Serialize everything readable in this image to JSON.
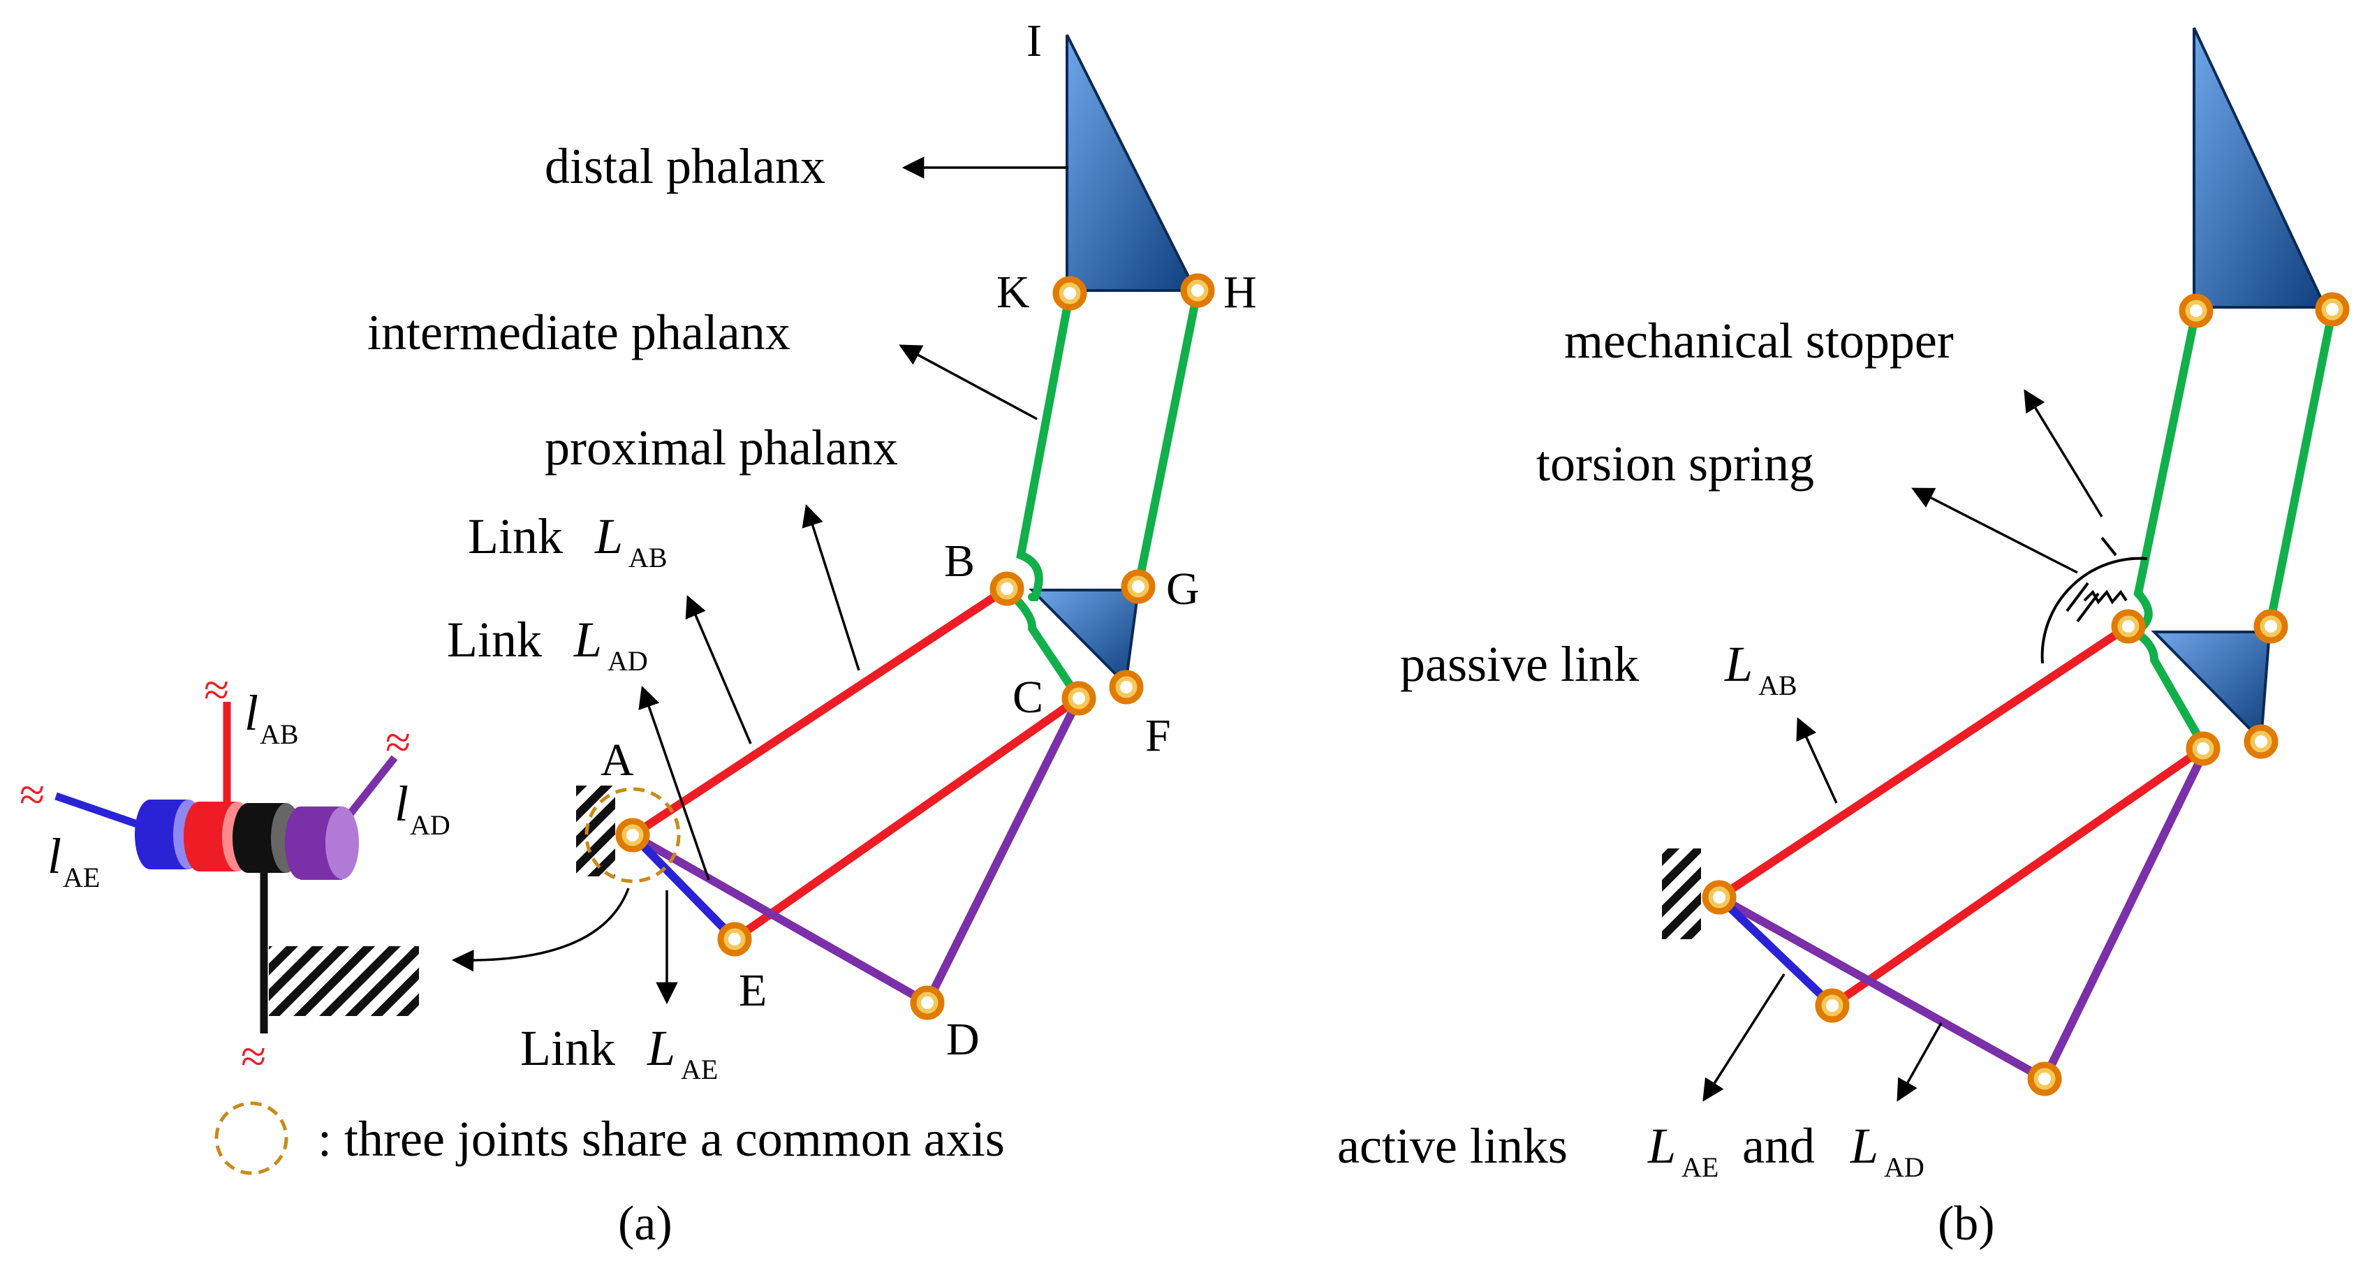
{
  "panel_a": {
    "caption": "(a)",
    "points": {
      "I": "I",
      "K": "K",
      "H": "H",
      "B": "B",
      "G": "G",
      "C": "C",
      "F": "F",
      "A": "A",
      "E": "E",
      "D": "D"
    },
    "labels": {
      "distal": "distal phalanx",
      "intermediate": "intermediate phalanx",
      "proximal": "proximal phalanx",
      "link_word": "Link",
      "L": "L",
      "sub_ab": "AB",
      "sub_ad": "AD",
      "sub_ae": "AE",
      "l_small": "l",
      "wave": "≈"
    },
    "legend_text": ": three joints share a common axis"
  },
  "panel_b": {
    "caption": "(b)",
    "labels": {
      "stopper": "mechanical stopper",
      "spring": "torsion spring",
      "passive": "passive link",
      "active": "active links",
      "and": "and",
      "L": "L",
      "sub_ab": "AB",
      "sub_ae": "AE",
      "sub_ad": "AD"
    }
  },
  "colors": {
    "red": "#ee1c24",
    "green": "#11b04a",
    "purple": "#7b2fa8",
    "blue": "#2a23d6",
    "joint_ring": "#e07a00",
    "joint_fill": "#f6c85a",
    "triangle_dark": "#0f3f7e",
    "triangle_light": "#4f8ad6"
  }
}
